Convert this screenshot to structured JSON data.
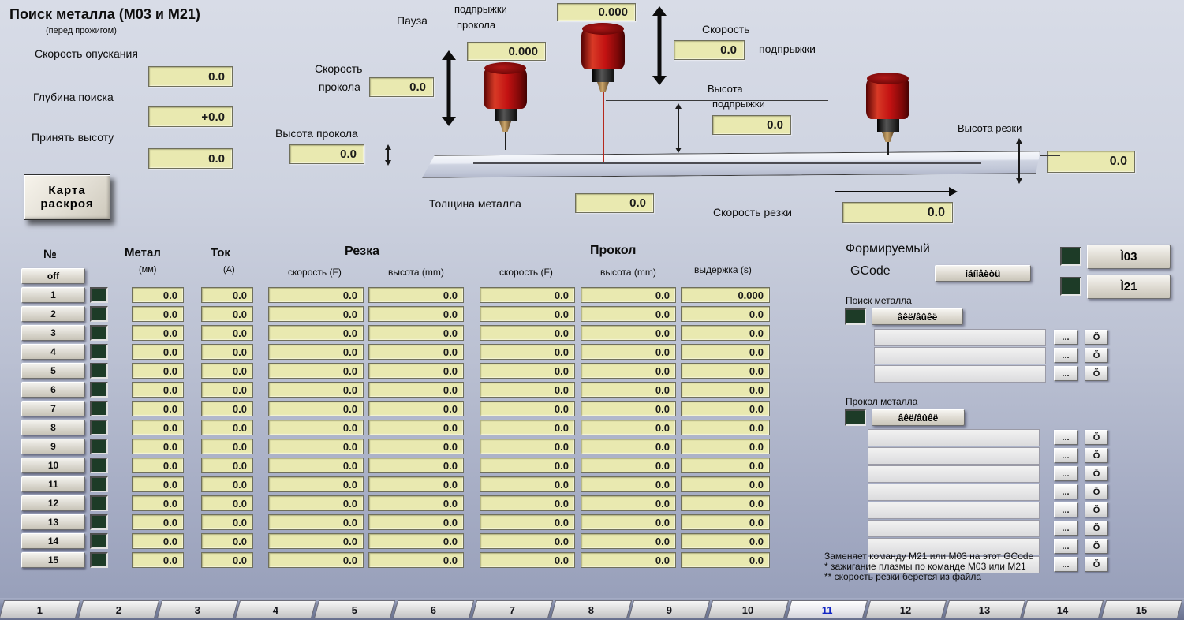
{
  "header": {
    "title": "Поиск металла (М03 и М21)",
    "subtitle": "(перед прожигом)"
  },
  "left_panel": {
    "descend_speed_label": "Скорость опускания",
    "descend_speed_value": "0.0",
    "search_depth_label": "Глубина поиска",
    "search_depth_value": "+0.0",
    "accept_height_label": "Принять высоту",
    "accept_height_value": "0.0",
    "map_button_line1": "Карта",
    "map_button_line2": "раскроя"
  },
  "diagram": {
    "pause_label": "Пауза",
    "jump_pierce_label_line1": "подпрыжки",
    "jump_pierce_label_line2": "прокола",
    "jump_pierce_value": "0.000",
    "pause_value": "0.000",
    "pierce_speed_label_line1": "Скорость",
    "pierce_speed_label_line2": "прокола",
    "pierce_speed_value": "0.0",
    "jump_speed_label_line1": "Скорость",
    "jump_speed_label_line2": "подпрыжки",
    "jump_speed_value": "0.0",
    "jump_height_label_line1": "Высота",
    "jump_height_label_line2": "подпрыжки",
    "jump_height_value": "0.0",
    "pierce_height_label": "Высота прокола",
    "pierce_height_value": "0.0",
    "cut_height_label": "Высота резки",
    "cut_height_value": "0.0",
    "thickness_label": "Толщина металла",
    "thickness_value": "0.0",
    "cut_speed_label": "Скорость резки",
    "cut_speed_value": "0.0"
  },
  "table": {
    "num_header": "№",
    "off_button": "off",
    "metal_header": "Метал",
    "metal_unit": "(мм)",
    "current_header": "Ток",
    "current_unit": "(А)",
    "cut_group": "Резка",
    "pierce_group": "Прокол",
    "cut_speed_header": "скорость (F)",
    "cut_height_header": "высота (mm)",
    "pierce_speed_header": "скорость (F)",
    "pierce_height_header": "высота (mm)",
    "dwell_header": "выдержка (s)",
    "rows": [
      {
        "num": "1",
        "metal": "0.0",
        "current": "0.0",
        "cut_speed": "0.0",
        "cut_height": "0.0",
        "pierce_speed": "0.0",
        "pierce_height": "0.0",
        "dwell": "0.000"
      },
      {
        "num": "2",
        "metal": "0.0",
        "current": "0.0",
        "cut_speed": "0.0",
        "cut_height": "0.0",
        "pierce_speed": "0.0",
        "pierce_height": "0.0",
        "dwell": "0.0"
      },
      {
        "num": "3",
        "metal": "0.0",
        "current": "0.0",
        "cut_speed": "0.0",
        "cut_height": "0.0",
        "pierce_speed": "0.0",
        "pierce_height": "0.0",
        "dwell": "0.0"
      },
      {
        "num": "4",
        "metal": "0.0",
        "current": "0.0",
        "cut_speed": "0.0",
        "cut_height": "0.0",
        "pierce_speed": "0.0",
        "pierce_height": "0.0",
        "dwell": "0.0"
      },
      {
        "num": "5",
        "metal": "0.0",
        "current": "0.0",
        "cut_speed": "0.0",
        "cut_height": "0.0",
        "pierce_speed": "0.0",
        "pierce_height": "0.0",
        "dwell": "0.0"
      },
      {
        "num": "6",
        "metal": "0.0",
        "current": "0.0",
        "cut_speed": "0.0",
        "cut_height": "0.0",
        "pierce_speed": "0.0",
        "pierce_height": "0.0",
        "dwell": "0.0"
      },
      {
        "num": "7",
        "metal": "0.0",
        "current": "0.0",
        "cut_speed": "0.0",
        "cut_height": "0.0",
        "pierce_speed": "0.0",
        "pierce_height": "0.0",
        "dwell": "0.0"
      },
      {
        "num": "8",
        "metal": "0.0",
        "current": "0.0",
        "cut_speed": "0.0",
        "cut_height": "0.0",
        "pierce_speed": "0.0",
        "pierce_height": "0.0",
        "dwell": "0.0"
      },
      {
        "num": "9",
        "metal": "0.0",
        "current": "0.0",
        "cut_speed": "0.0",
        "cut_height": "0.0",
        "pierce_speed": "0.0",
        "pierce_height": "0.0",
        "dwell": "0.0"
      },
      {
        "num": "10",
        "metal": "0.0",
        "current": "0.0",
        "cut_speed": "0.0",
        "cut_height": "0.0",
        "pierce_speed": "0.0",
        "pierce_height": "0.0",
        "dwell": "0.0"
      },
      {
        "num": "11",
        "metal": "0.0",
        "current": "0.0",
        "cut_speed": "0.0",
        "cut_height": "0.0",
        "pierce_speed": "0.0",
        "pierce_height": "0.0",
        "dwell": "0.0"
      },
      {
        "num": "12",
        "metal": "0.0",
        "current": "0.0",
        "cut_speed": "0.0",
        "cut_height": "0.0",
        "pierce_speed": "0.0",
        "pierce_height": "0.0",
        "dwell": "0.0"
      },
      {
        "num": "13",
        "metal": "0.0",
        "current": "0.0",
        "cut_speed": "0.0",
        "cut_height": "0.0",
        "pierce_speed": "0.0",
        "pierce_height": "0.0",
        "dwell": "0.0"
      },
      {
        "num": "14",
        "metal": "0.0",
        "current": "0.0",
        "cut_speed": "0.0",
        "cut_height": "0.0",
        "pierce_speed": "0.0",
        "pierce_height": "0.0",
        "dwell": "0.0"
      },
      {
        "num": "15",
        "metal": "0.0",
        "current": "0.0",
        "cut_speed": "0.0",
        "cut_height": "0.0",
        "pierce_speed": "0.0",
        "pierce_height": "0.0",
        "dwell": "0.0"
      }
    ]
  },
  "gcode_panel": {
    "title_line1": "Формируемый",
    "title_line2": "GCode",
    "refresh_button": "îáíîâèòü",
    "m03_button": "Ì03",
    "m21_button": "Ì21",
    "search_section_label": "Поиск металла",
    "search_toggle_button": "âêë/âûêë",
    "search_rows": [
      "",
      "",
      ""
    ],
    "pierce_section_label": "Прокол металла",
    "pierce_toggle_button": "âêë/âûêë",
    "pierce_rows": [
      "",
      "",
      "",
      "",
      "",
      "",
      "",
      ""
    ],
    "browse_button": "...",
    "clear_button": "Õ",
    "notes": [
      "Заменяет команду М21 или М03 на этот GCode",
      "* зажигание плазмы по команде М03 или М21",
      "** скорость резки берется из файла"
    ]
  },
  "tab_bar": {
    "tabs": [
      "1",
      "2",
      "3",
      "4",
      "5",
      "6",
      "7",
      "8",
      "9",
      "10",
      "11",
      "12",
      "13",
      "14",
      "15"
    ],
    "active_tab": "11"
  }
}
